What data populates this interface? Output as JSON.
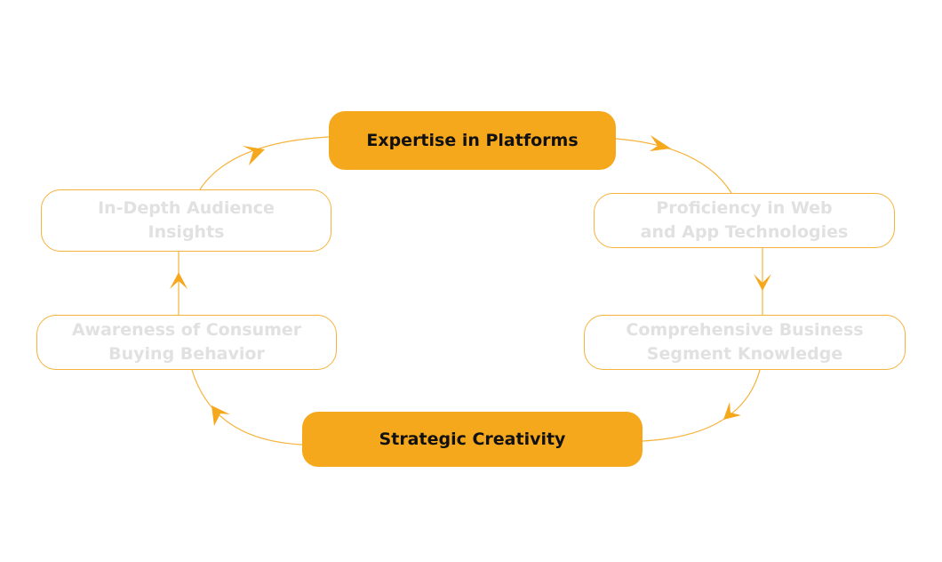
{
  "diagram": {
    "type": "cycle",
    "accent_color": "#f6a81d",
    "muted_text_color": "#e1e1e1",
    "nodes": [
      {
        "id": "top",
        "label": "Expertise in Platforms",
        "style": "filled"
      },
      {
        "id": "prof",
        "label": "Proficiency in Web\nand App Technologies",
        "style": "outline"
      },
      {
        "id": "comp",
        "label": "Comprehensive Business\nSegment Knowledge",
        "style": "outline"
      },
      {
        "id": "bottom",
        "label": "Strategic Creativity",
        "style": "filled"
      },
      {
        "id": "aware",
        "label": "Awareness of Consumer\nBuying Behavior",
        "style": "outline"
      },
      {
        "id": "indepth",
        "label": "In-Depth Audience\nInsights",
        "style": "outline"
      }
    ],
    "edges": [
      {
        "from": "top",
        "to": "prof"
      },
      {
        "from": "prof",
        "to": "comp"
      },
      {
        "from": "comp",
        "to": "bottom"
      },
      {
        "from": "bottom",
        "to": "aware"
      },
      {
        "from": "aware",
        "to": "indepth"
      },
      {
        "from": "indepth",
        "to": "top"
      }
    ]
  }
}
